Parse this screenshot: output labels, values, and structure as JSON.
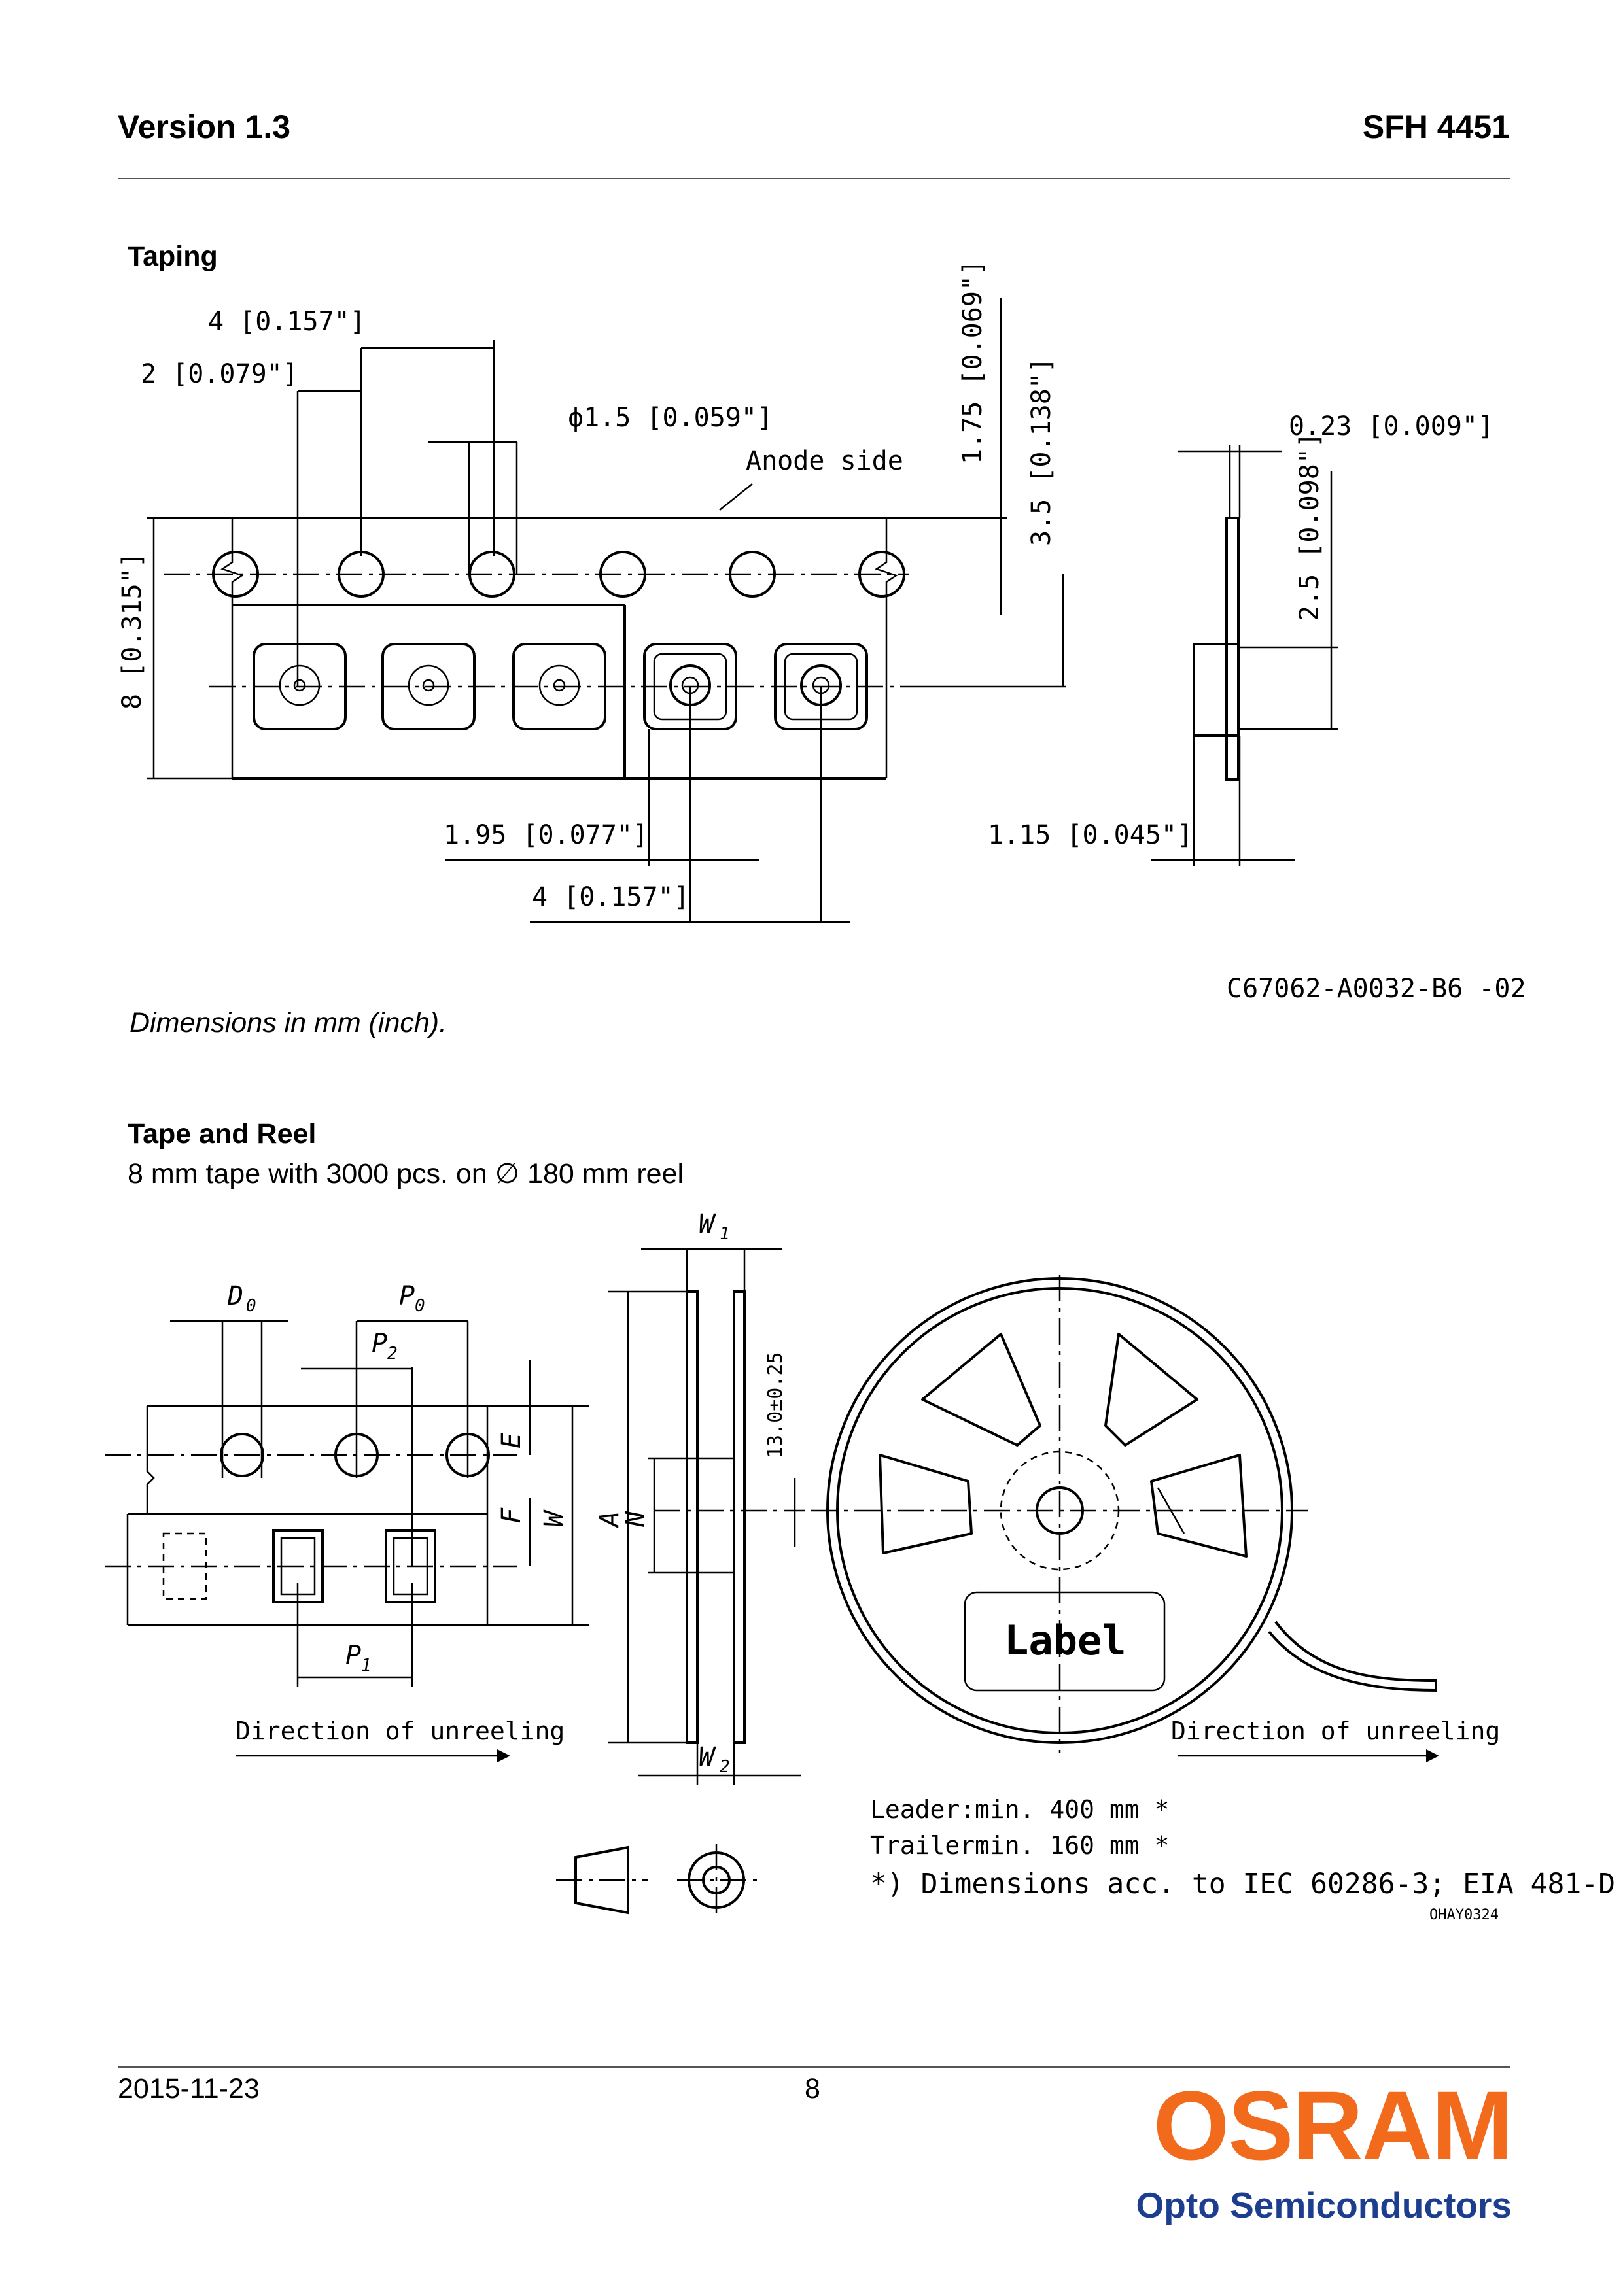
{
  "header": {
    "version": "Version 1.3",
    "part_number": "SFH 4451"
  },
  "taping": {
    "title": "Taping",
    "dims": {
      "pitch_4": "4 [0.157\"]",
      "d2": "2 [0.079\"]",
      "hole_dia": "ϕ1.5 [0.059\"]",
      "anode": "Anode side",
      "d175": "1.75 [0.069\"]",
      "d35": "3.5 [0.138\"]",
      "d023": "0.23 [0.009\"]",
      "d25": "2.5 [0.098\"]",
      "width_8": "8 [0.315\"]",
      "d195": "1.95 [0.077\"]",
      "pitch_4b": "4 [0.157\"]",
      "d115": "1.15 [0.045\"]"
    },
    "drawing_id": "C67062-A0032-B6 -02",
    "note": "Dimensions in mm (inch)."
  },
  "tape_reel": {
    "title": "Tape and Reel",
    "subtitle": "8 mm tape with 3000 pcs. on ∅ 180 mm reel",
    "labels": {
      "D": "D",
      "D_sub": "0",
      "P0": "P",
      "P0_sub": "0",
      "P2": "P",
      "P2_sub": "2",
      "P1": "P",
      "P1_sub": "1",
      "E": "E",
      "F": "F",
      "W": "W",
      "A": "A",
      "N": "N",
      "W1": "W",
      "W1_sub": "1",
      "W2": "W",
      "W2_sub": "2",
      "hub": "13.0±0.25",
      "label": "Label"
    },
    "direction_left": "Direction of unreeling",
    "direction_right": "Direction of unreeling",
    "leader_label": "Leader:",
    "leader_value": "min. 400 mm *",
    "trailer_label": "Trailer:",
    "trailer_value": "min. 160 mm *",
    "footnote": "*) Dimensions acc. to IEC 60286-3; EIA 481-D",
    "drawing_id": "OHAY0324"
  },
  "footer": {
    "date": "2015-11-23",
    "page": "8"
  },
  "logo": {
    "brand": "OSRAM",
    "sub": "Opto Semiconductors",
    "brand_color": "#f26b1d",
    "sub_color": "#1d3d8f"
  }
}
